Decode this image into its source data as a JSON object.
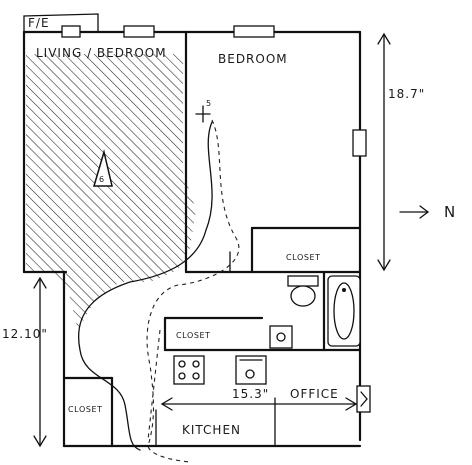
{
  "labels": {
    "fe": "F/E",
    "living_bedroom": "LIVING / BEDROOM",
    "bedroom": "BEDROOM",
    "closet_upper": "CLOSET",
    "closet_middle": "CLOSET",
    "closet_lower": "CLOSET",
    "office": "OFFICE",
    "kitchen": "KITCHEN",
    "marker_5": "5",
    "marker_6": "6"
  },
  "dimensions": {
    "height_right": "18.7\"",
    "height_left": "12.10\"",
    "width_bottom": "15.3\""
  },
  "compass": {
    "label": "N"
  }
}
